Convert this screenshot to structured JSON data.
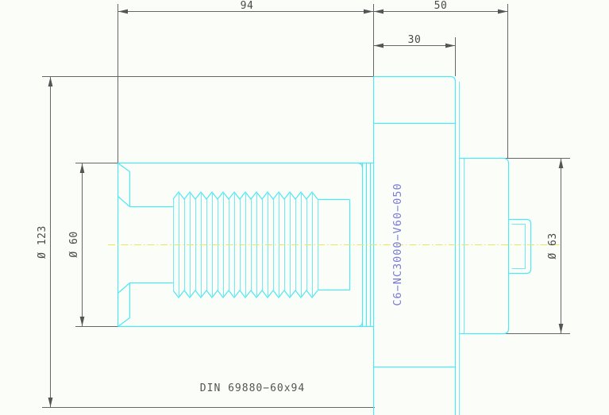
{
  "drawing": {
    "title": "Technical part drawing",
    "background_color": "#fbfdf8",
    "part_line_color": "#4fe8f5",
    "dimension_line_color": "#666666",
    "center_line_color": "#e8e85a",
    "part_label_color": "#7b7bd8"
  },
  "dimensions": {
    "length_total_shank": "94",
    "length_flange": "50",
    "length_flange_front": "30",
    "diameter_flange": "Ø 123",
    "diameter_shank": "Ø 60",
    "diameter_rear": "Ø 63"
  },
  "labels": {
    "part_number": "C6−NC3000−V60−050",
    "standard": "DIN 69880−60x94"
  }
}
